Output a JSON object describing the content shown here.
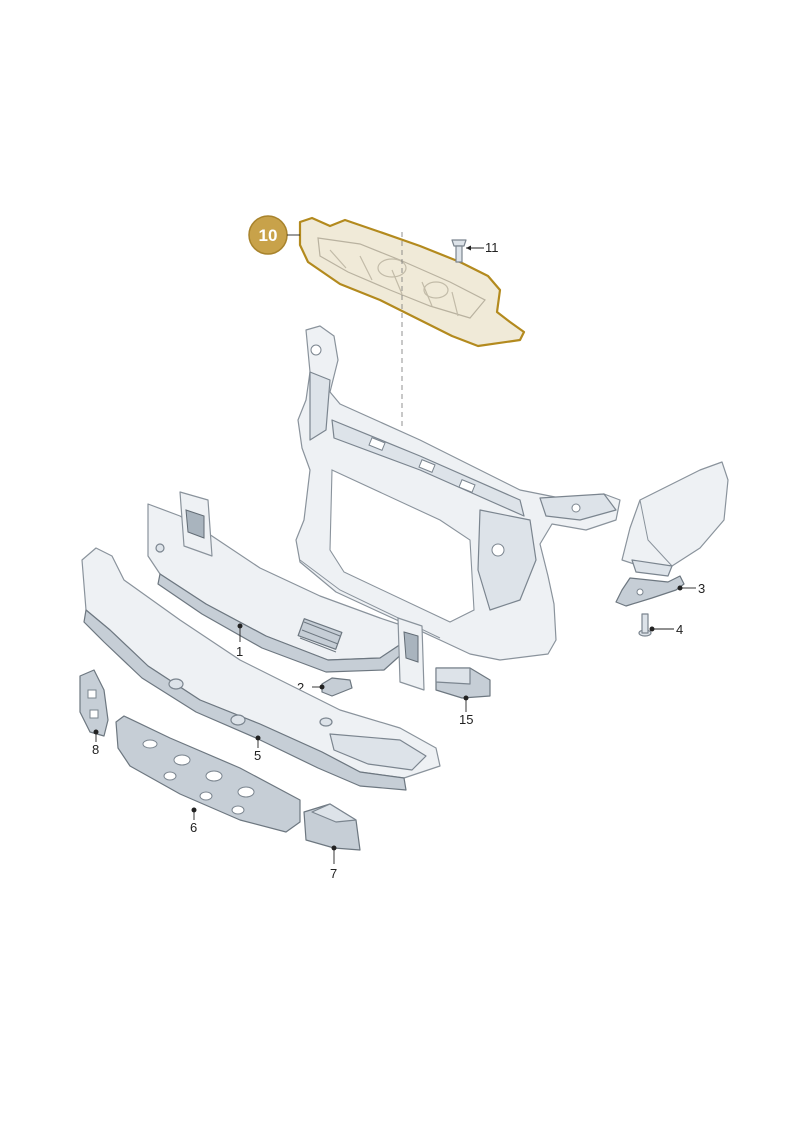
{
  "callouts": {
    "c1": "1",
    "c2": "2",
    "c3": "3",
    "c4": "4",
    "c5": "5",
    "c6": "6",
    "c7": "7",
    "c8": "8",
    "c10": "10",
    "c11": "11",
    "c15": "15"
  },
  "highlight": {
    "part": "10",
    "outline_color": "#b38a1e",
    "badge_color": "#c8a24a"
  }
}
